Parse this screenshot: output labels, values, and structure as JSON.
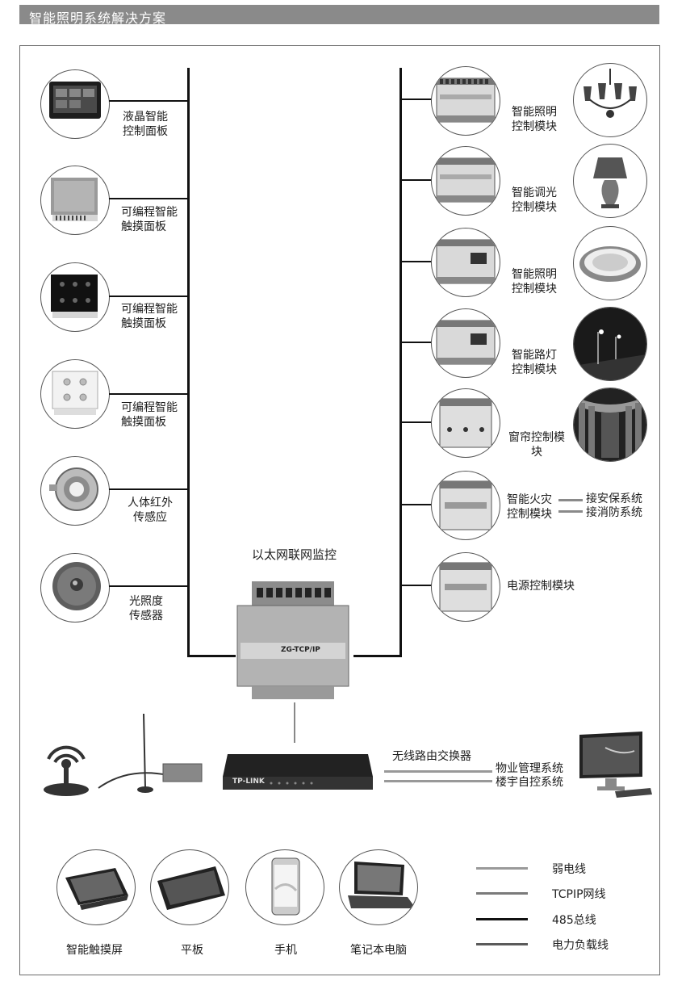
{
  "title": "智能照明系统解决方案",
  "left_panels": [
    {
      "label": "液晶智能\n控制面板",
      "icon": "lcd-panel-icon"
    },
    {
      "label": "可编程智能\n触摸面板",
      "icon": "touch-panel-icon"
    },
    {
      "label": "可编程智能\n触摸面板",
      "icon": "touch-panel-black-icon"
    },
    {
      "label": "可编程智能\n触摸面板",
      "icon": "touch-panel-white-icon"
    },
    {
      "label": "人体红外\n传感应",
      "icon": "pir-sensor-icon"
    },
    {
      "label": "光照度\n传感器",
      "icon": "light-sensor-icon"
    }
  ],
  "right_modules": [
    {
      "label": "智能照明\n控制模块",
      "load": "chandelier-icon"
    },
    {
      "label": "智能调光\n控制模块",
      "load": "table-lamp-icon"
    },
    {
      "label": "智能照明\n控制模块",
      "load": "ceiling-lamp-icon"
    },
    {
      "label": "智能路灯\n控制模块",
      "load": "street-light-icon"
    },
    {
      "label": "窗帘控制模\n块",
      "load": "curtain-icon"
    },
    {
      "label": "智能火灾\n控制模块",
      "load": ""
    },
    {
      "label": "电源控制模块",
      "load": ""
    }
  ],
  "fire_links": [
    "接安保系统",
    "接消防系统"
  ],
  "gateway": {
    "title": "以太网联网监控",
    "device_text": "ZG-TCP/IP"
  },
  "router": {
    "label": "无线路由交换器",
    "brand": "TP-LINK"
  },
  "systems": [
    "物业管理系统",
    "楼宇自控系统"
  ],
  "devices": [
    "智能触摸屏",
    "平板",
    "手机",
    "笔记本电脑"
  ],
  "legend": [
    {
      "label": "弱电线",
      "color": "#9a9a9a"
    },
    {
      "label": "TCPIP网线",
      "color": "#7a7a7a"
    },
    {
      "label": "485总线",
      "color": "#111111"
    },
    {
      "label": "电力负载线",
      "color": "#5a5a5a"
    }
  ]
}
